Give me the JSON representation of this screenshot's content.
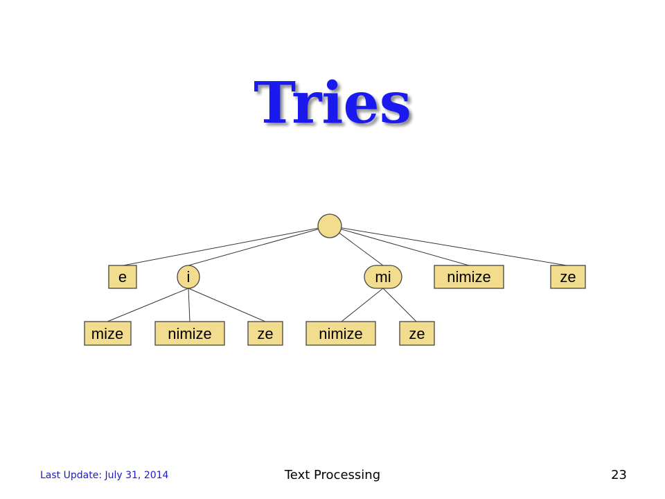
{
  "slide": {
    "title": "Tries",
    "footer_left": "Last Update: July 31, 2014",
    "footer_center": "Text Processing",
    "page_number": "23"
  },
  "trie": {
    "root": "",
    "level1": [
      "e",
      "i",
      "mi",
      "nimize",
      "ze"
    ],
    "level2": [
      "mize",
      "nimize",
      "ze",
      "nimize",
      "ze"
    ],
    "colors": {
      "node_fill": "#f2dc8e",
      "title": "#1a1aee"
    }
  }
}
